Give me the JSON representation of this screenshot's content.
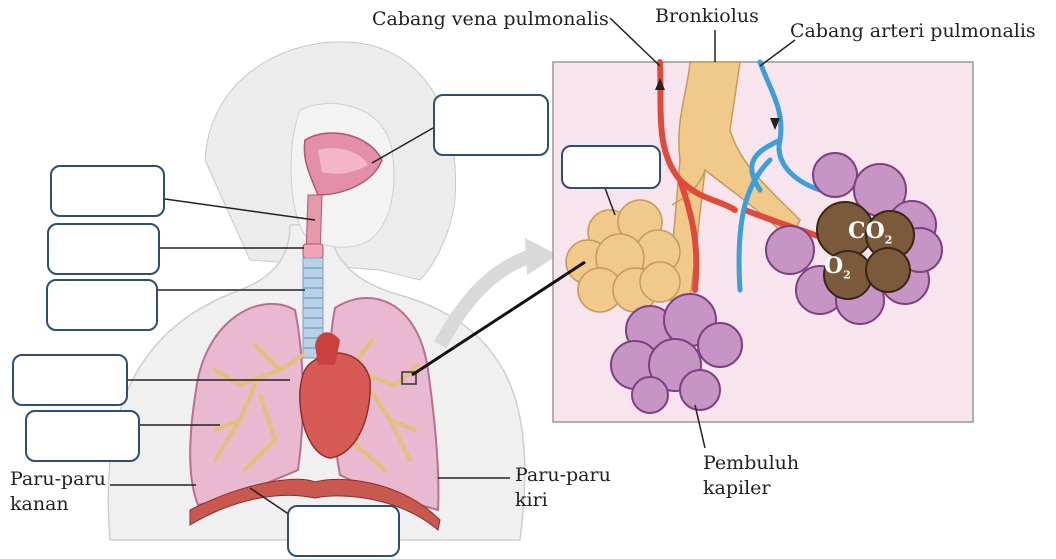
{
  "labels": {
    "vena": "Cabang vena pulmonalis",
    "bronkiolus": "Bronkiolus",
    "arteri": "Cabang arteri pulmonalis",
    "paru_kanan_1": "Paru-paru",
    "paru_kanan_2": "kanan",
    "paru_kiri_1": "Paru-paru",
    "paru_kiri_2": "kiri",
    "pembuluh_1": "Pembuluh",
    "pembuluh_2": "kapiler",
    "co2_main": "CO",
    "co2_sub": "2",
    "o2_main": "O",
    "o2_sub": "2"
  },
  "colors": {
    "blank_border": "#2c4f74",
    "inset_bg": "#f8e4ec",
    "lung": "#e9b9d0",
    "bronchi": "#e2c27a",
    "artery": "#e04a3a",
    "vein": "#3b9fd8",
    "alveolus": "#f1c98a"
  }
}
